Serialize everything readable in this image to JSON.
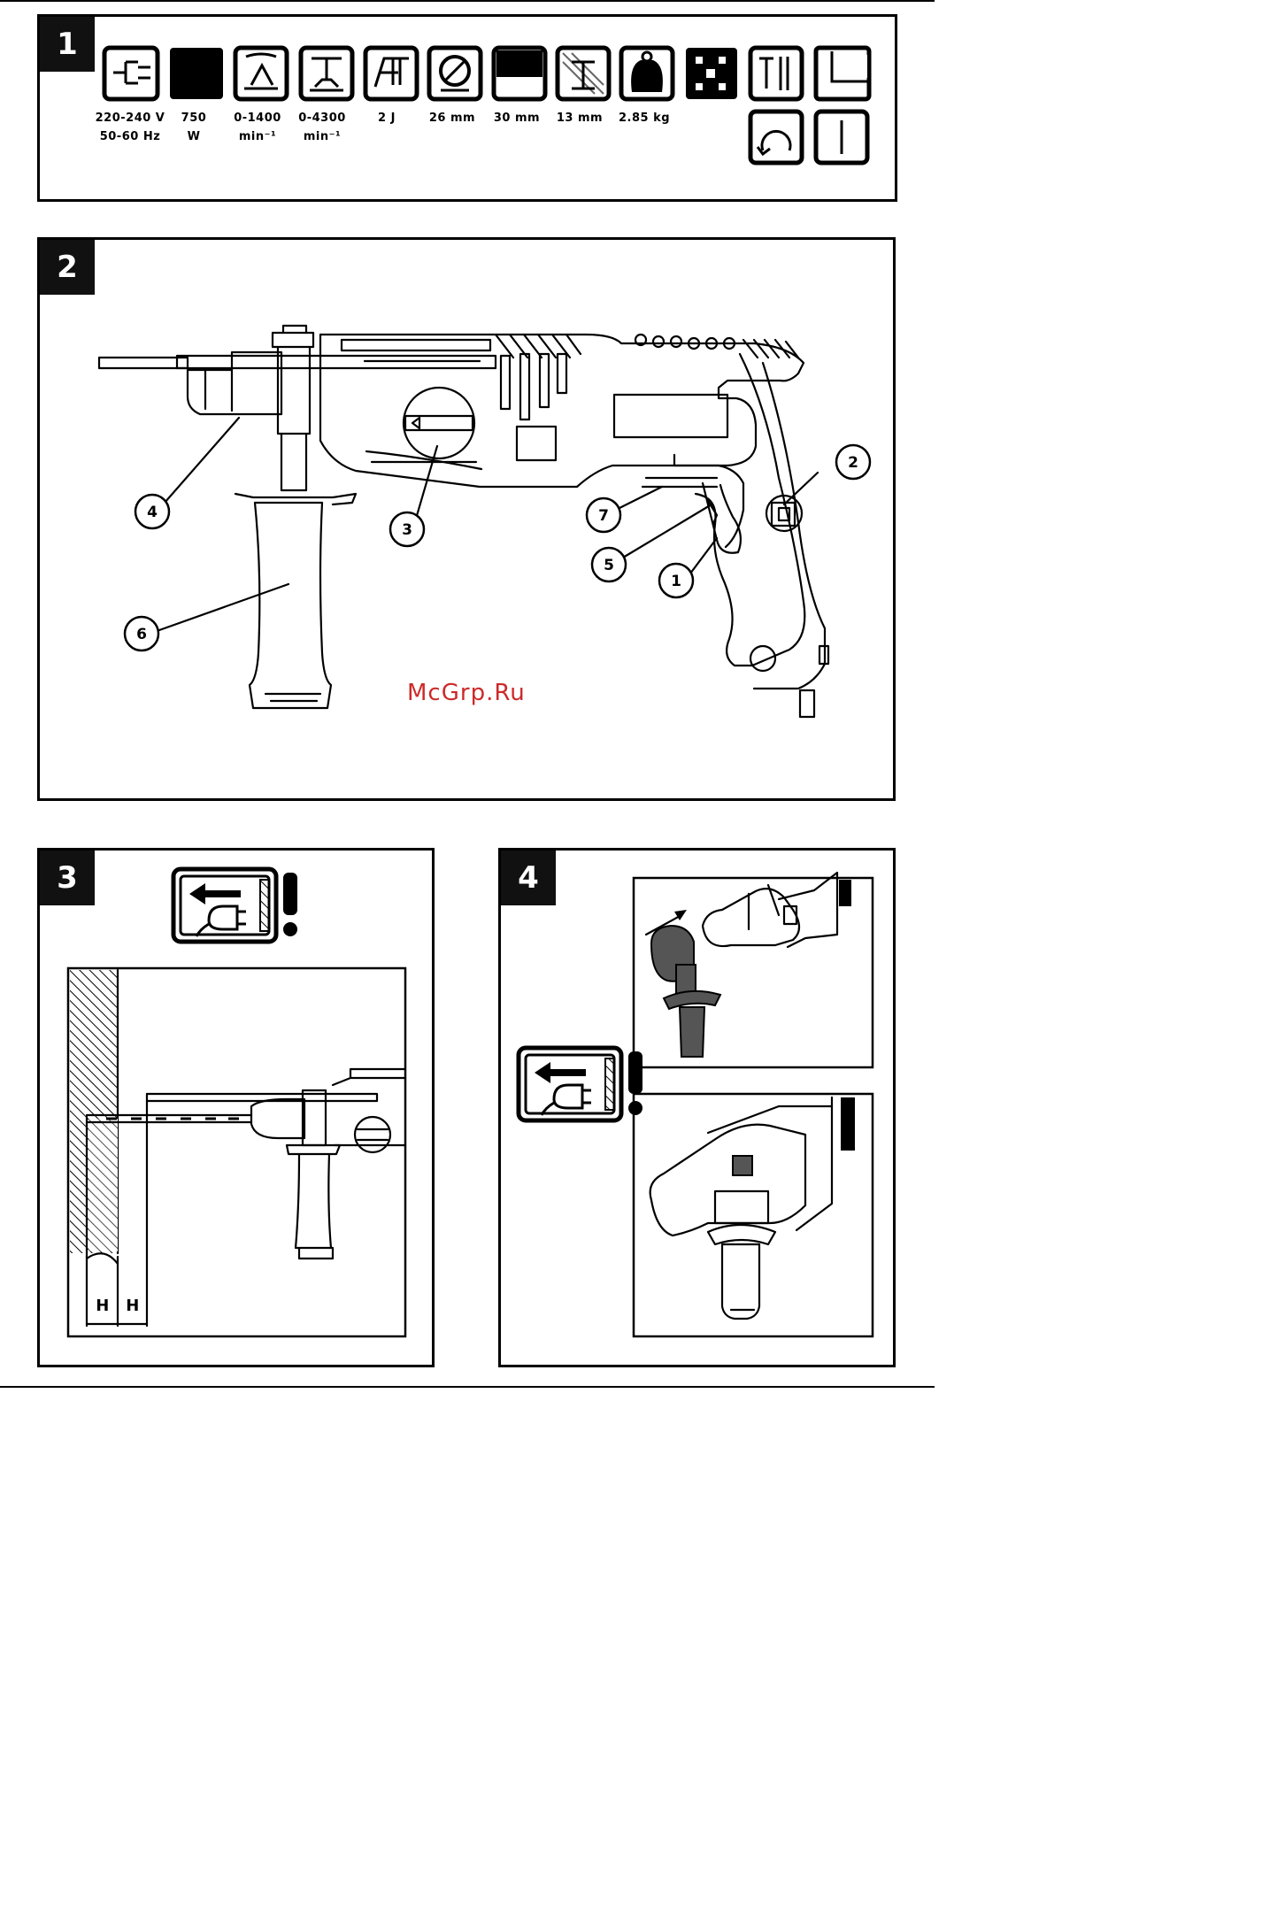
{
  "panels": [
    {
      "number": "1"
    },
    {
      "number": "2"
    },
    {
      "number": "3"
    },
    {
      "number": "4"
    }
  ],
  "specs": [
    {
      "line1": "220-240 V",
      "line2": "50-60 Hz"
    },
    {
      "line1": "750",
      "line2": "W"
    },
    {
      "line1": "0-1400",
      "line2": "min⁻¹"
    },
    {
      "line1": "0-4300",
      "line2": "min⁻¹"
    },
    {
      "line1": "2 J",
      "line2": ""
    },
    {
      "line1": "26 mm",
      "line2": ""
    },
    {
      "line1": "30 mm",
      "line2": ""
    },
    {
      "line1": "13 mm",
      "line2": ""
    },
    {
      "line1": "2.85 kg",
      "line2": ""
    }
  ],
  "callouts": [
    "1",
    "2",
    "3",
    "4",
    "5",
    "6",
    "7"
  ],
  "depth_labels": [
    "H",
    "H"
  ],
  "watermark": "McGrp.Ru",
  "colors": {
    "ink": "#000000",
    "panel_tag": "#111111",
    "watermark": "#cc2a2a",
    "shade": "#555555"
  },
  "icons": [
    "power-supply-icon",
    "wattage-icon",
    "drill-speed-icon",
    "hammer-speed-icon",
    "impact-energy-icon",
    "concrete-diameter-icon",
    "wood-diameter-icon",
    "steel-diameter-icon",
    "weight-icon",
    "sds-chuck-icon",
    "hammer-mode-icon",
    "drill-mode-icon",
    "reverse-rotation-icon",
    "double-insulation-icon",
    "unplug-warning-icon"
  ]
}
